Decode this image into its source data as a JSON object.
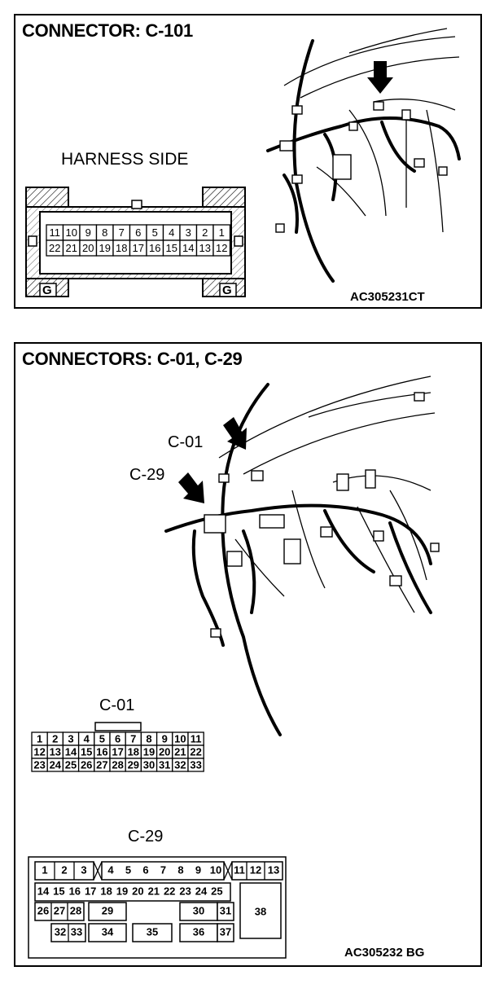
{
  "panel1": {
    "title": "CONNECTOR: C-101",
    "view_label": "HARNESS SIDE",
    "top_row": [
      "11",
      "10",
      "9",
      "8",
      "7",
      "6",
      "5",
      "4",
      "3",
      "2",
      "1"
    ],
    "bottom_row": [
      "22",
      "21",
      "20",
      "19",
      "18",
      "17",
      "16",
      "15",
      "14",
      "13",
      "12"
    ],
    "ground_left": "G",
    "ground_right": "G",
    "code": "AC305231CT"
  },
  "panel2": {
    "title": "CONNECTORS: C-01, C-29",
    "callout_c01": "C-01",
    "callout_c29": "C-29",
    "c01": {
      "label": "C-01",
      "rows": [
        [
          "1",
          "2",
          "3",
          "4",
          "5",
          "6",
          "7",
          "8",
          "9",
          "10",
          "11"
        ],
        [
          "12",
          "13",
          "14",
          "15",
          "16",
          "17",
          "18",
          "19",
          "20",
          "21",
          "22"
        ],
        [
          "23",
          "24",
          "25",
          "26",
          "27",
          "28",
          "29",
          "30",
          "31",
          "32",
          "33"
        ]
      ]
    },
    "c29": {
      "label": "C-29",
      "row1_left": [
        "1",
        "2",
        "3"
      ],
      "row1_mid": [
        "4",
        "5",
        "6",
        "7",
        "8",
        "9",
        "10"
      ],
      "row1_right": [
        "11",
        "12",
        "13"
      ],
      "row2": [
        "14",
        "15",
        "16",
        "17",
        "18",
        "19",
        "20",
        "21",
        "22",
        "23",
        "24",
        "25"
      ],
      "row3a": [
        "26",
        "27",
        "28"
      ],
      "pin29": "29",
      "pin30": "30",
      "pin31": "31",
      "pin38": "38",
      "row4a": [
        "32",
        "33"
      ],
      "pin34": "34",
      "pin35": "35",
      "pin36": "36",
      "pin37": "37"
    },
    "code": "AC305232 BG"
  }
}
